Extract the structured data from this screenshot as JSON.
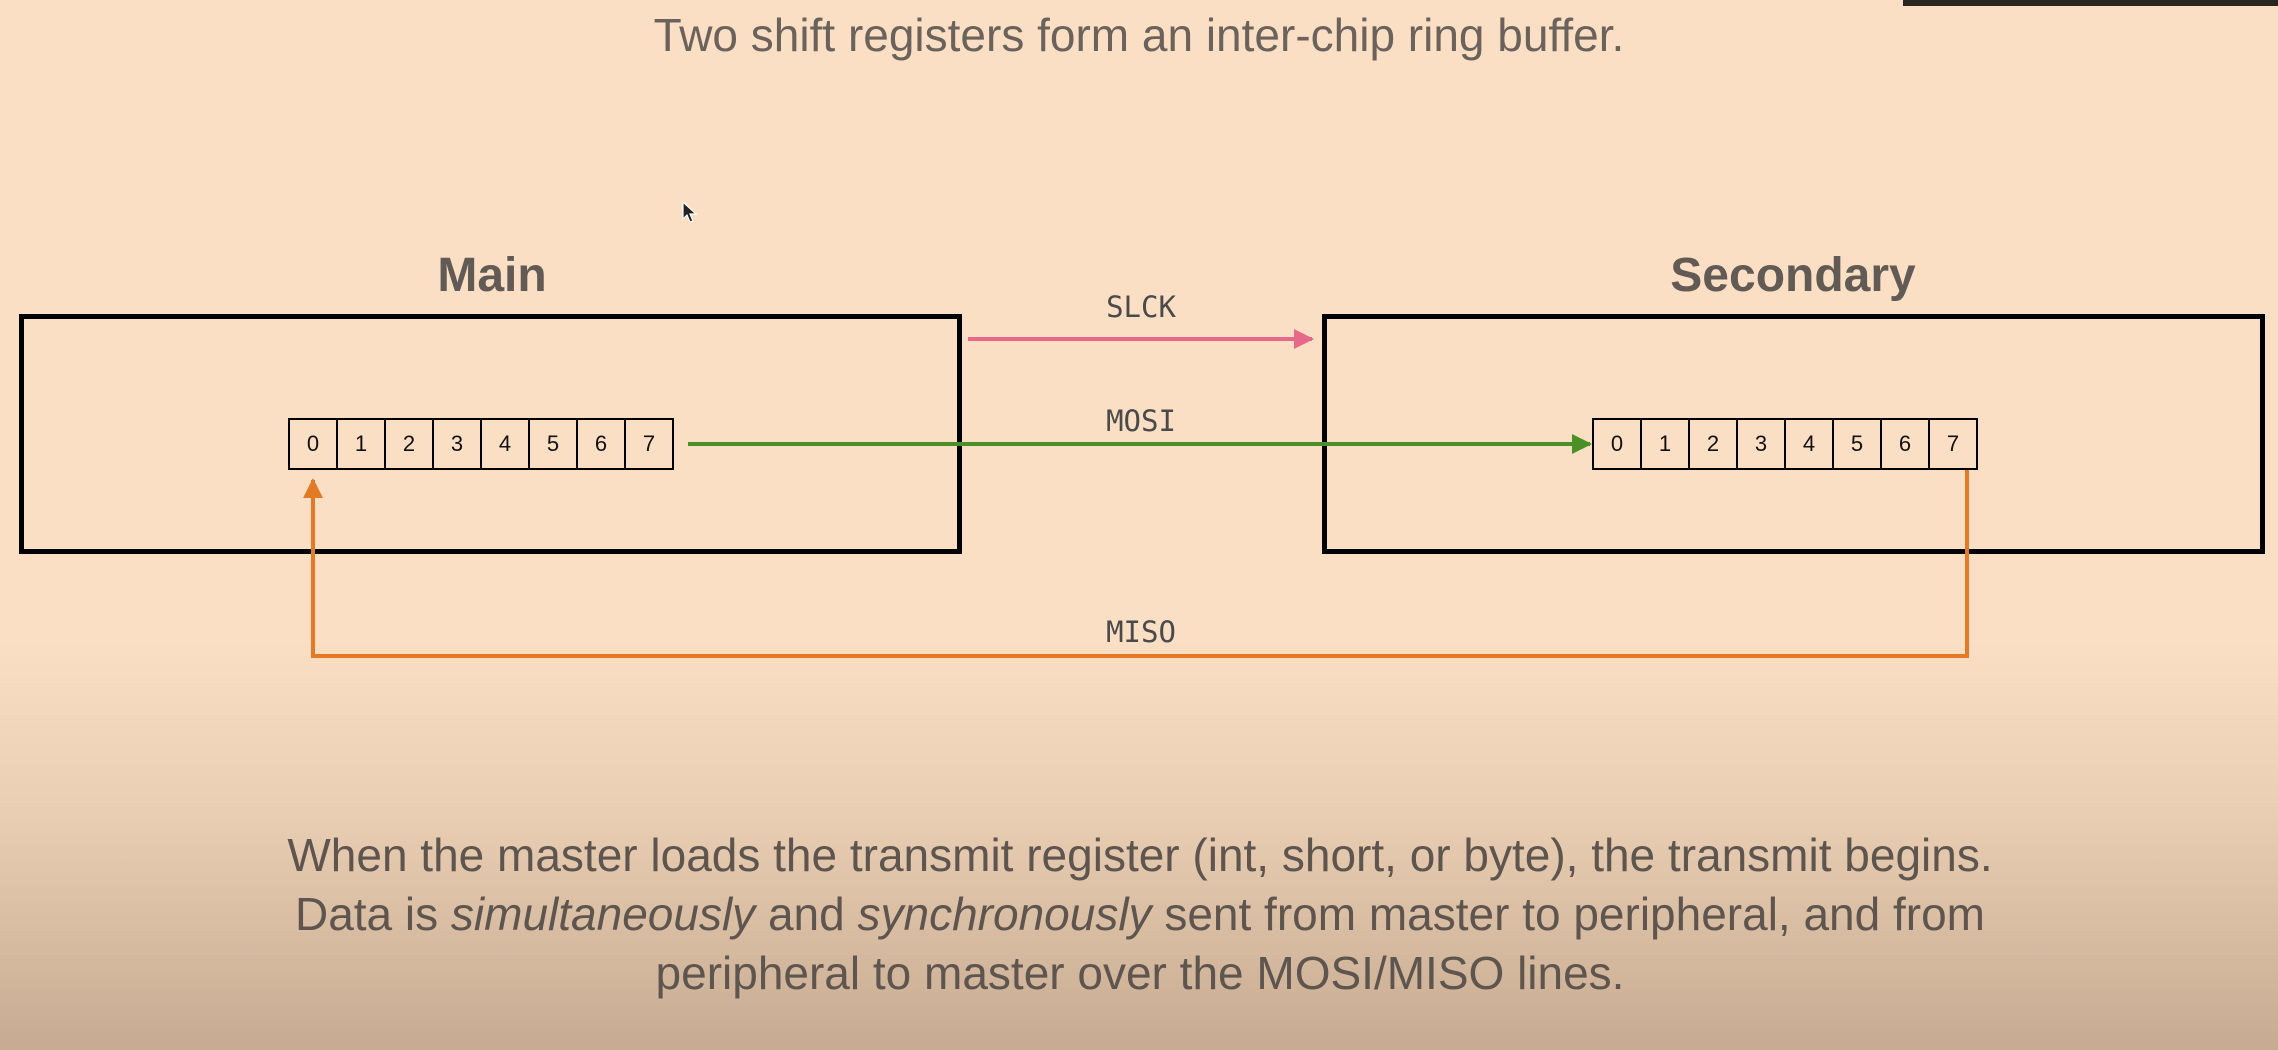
{
  "title": "Two shift registers form an inter-chip ring buffer.",
  "main": {
    "label": "Main",
    "register_cells": [
      "0",
      "1",
      "2",
      "3",
      "4",
      "5",
      "6",
      "7"
    ]
  },
  "secondary": {
    "label": "Secondary",
    "register_cells": [
      "0",
      "1",
      "2",
      "3",
      "4",
      "5",
      "6",
      "7"
    ]
  },
  "signals": {
    "slck": "SLCK",
    "mosi": "MOSI",
    "miso": "MISO"
  },
  "colors": {
    "slck": "#e8688a",
    "mosi": "#4b8f27",
    "miso": "#e37a26"
  },
  "caption": {
    "part1": "When the master loads the transmit register (int, short, or byte), the transmit begins. Data is ",
    "em1": "simultaneously",
    "part2": " and ",
    "em2": "synchronously",
    "part3": " sent from master to peripheral, and from peripheral to master over the MOSI/MISO lines."
  }
}
